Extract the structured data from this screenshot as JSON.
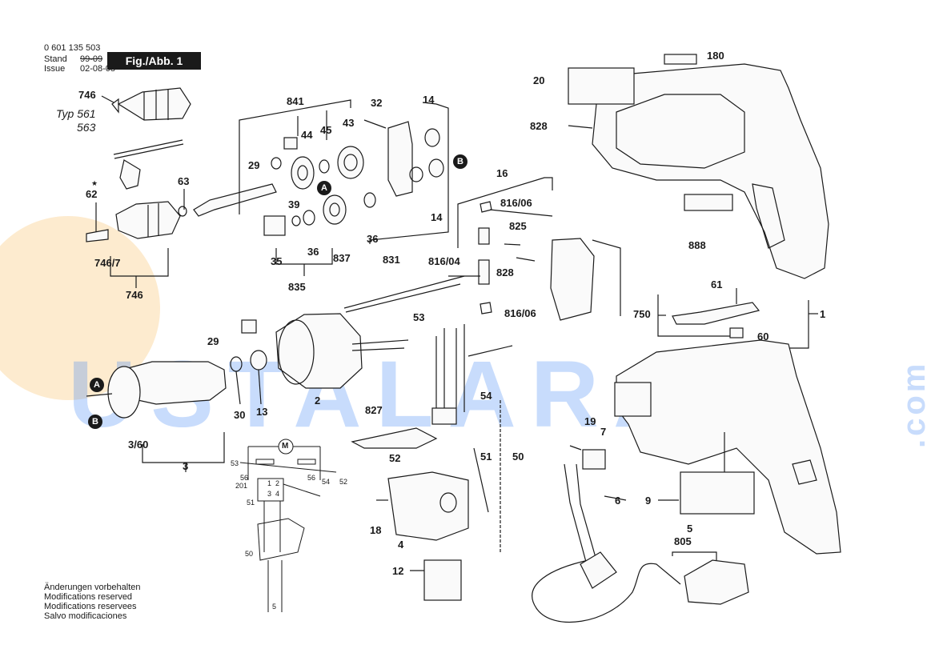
{
  "header": {
    "part_number": "0 601 135 503",
    "stand_label": "Stand",
    "stand_value": "99-09",
    "issue_label": "Issue",
    "issue_value": "02-08-08",
    "fig_label": "Fig./Abb. 1"
  },
  "typ": {
    "line1": "Typ 561",
    "line2": "563"
  },
  "parts": {
    "p746a": "746",
    "p746_7": "746/7",
    "p746b": "746",
    "p62": "62",
    "p63": "63",
    "p841": "841",
    "p44": "44",
    "p45": "45",
    "p43": "43",
    "p29a": "29",
    "p39": "39",
    "p35": "35",
    "p36a": "36",
    "p837": "837",
    "p835": "835",
    "p32": "32",
    "p14a": "14",
    "p14b": "14",
    "p36b": "36",
    "p831": "831",
    "p16": "16",
    "p816_06a": "816/06",
    "p825": "825",
    "p816_04": "816/04",
    "p828a": "828",
    "p816_06b": "816/06",
    "p20": "20",
    "p180": "180",
    "p828b": "828",
    "p888": "888",
    "p61": "61",
    "p750": "750",
    "p60": "60",
    "p1": "1",
    "p29b": "29",
    "p53": "53",
    "p30": "30",
    "p13": "13",
    "p2": "2",
    "p360": "3/60",
    "p3": "3",
    "p827": "827",
    "p54": "54",
    "p52": "52",
    "p51": "51",
    "p50": "50",
    "p18": "18",
    "p4": "4",
    "p12": "12",
    "p19": "19",
    "p7": "7",
    "p6": "6",
    "p9": "9",
    "p5": "5",
    "p805": "805"
  },
  "markers": {
    "a": "A",
    "b": "B"
  },
  "star": "★",
  "schematic": {
    "m": "M",
    "n53": "53",
    "n56a": "56",
    "n201": "201",
    "n51": "51",
    "n56b": "56",
    "n54": "54",
    "n52": "52",
    "n50": "50",
    "n5": "5",
    "n1": "1",
    "n2": "2",
    "n3": "3",
    "n4": "4"
  },
  "watermark": {
    "main": "USTALARA",
    "suffix": ".com"
  },
  "notes": [
    "Änderungen vorbehalten",
    "Modifications reserved",
    "Modifications reservees",
    "Salvo modificaciones"
  ],
  "colors": {
    "ink": "#1a1a1a",
    "watermark_blue": "#3b82f6",
    "watermark_orange": "#f5a623"
  }
}
